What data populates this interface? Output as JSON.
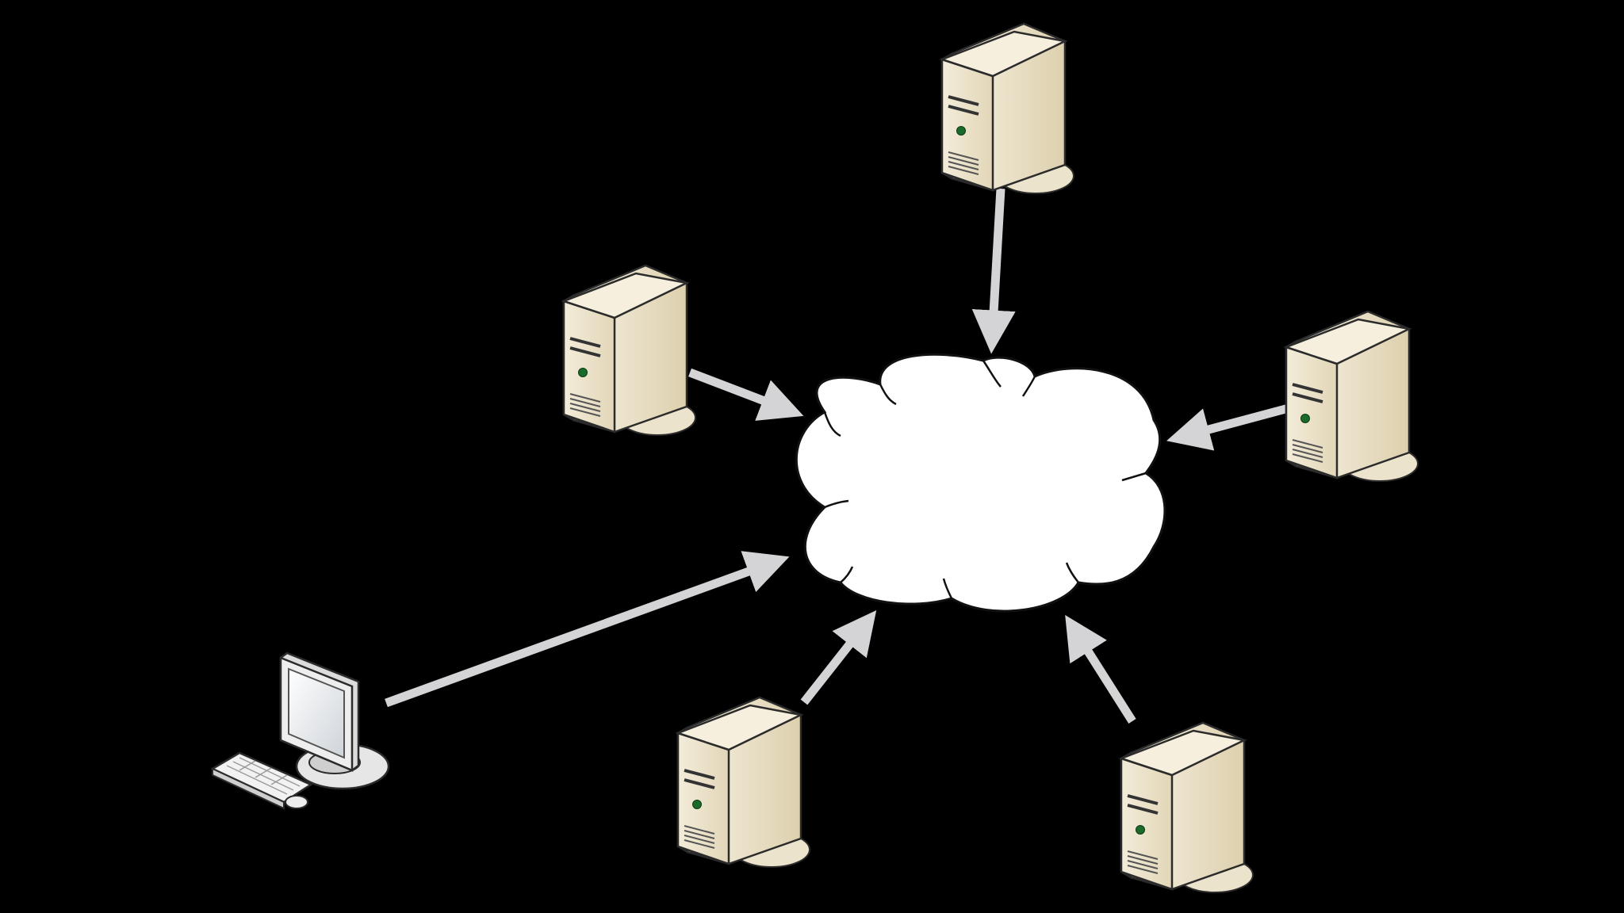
{
  "diagram": {
    "type": "network-topology",
    "background_color": "#000000",
    "center": {
      "kind": "cloud",
      "icon": "cloud-icon",
      "fill": "#ffffff"
    },
    "nodes": [
      {
        "id": "server-top",
        "kind": "server",
        "icon": "server-tower-icon"
      },
      {
        "id": "server-left",
        "kind": "server",
        "icon": "server-tower-icon"
      },
      {
        "id": "server-right",
        "kind": "server",
        "icon": "server-tower-icon"
      },
      {
        "id": "server-bottom-left",
        "kind": "server",
        "icon": "server-tower-icon"
      },
      {
        "id": "server-bottom-right",
        "kind": "server",
        "icon": "server-tower-icon"
      },
      {
        "id": "workstation",
        "kind": "workstation",
        "icon": "desktop-computer-icon"
      }
    ],
    "edges": [
      {
        "from": "server-top",
        "to": "cloud",
        "direction": "to-cloud"
      },
      {
        "from": "server-left",
        "to": "cloud",
        "direction": "to-cloud"
      },
      {
        "from": "server-right",
        "to": "cloud",
        "direction": "to-cloud"
      },
      {
        "from": "server-bottom-left",
        "to": "cloud",
        "direction": "to-cloud"
      },
      {
        "from": "server-bottom-right",
        "to": "cloud",
        "direction": "to-cloud"
      },
      {
        "from": "workstation",
        "to": "cloud",
        "direction": "to-cloud"
      }
    ],
    "colors": {
      "server_body": "#efe7d2",
      "server_shade": "#d6c9a8",
      "server_outline": "#2b2b2b",
      "power_led": "#1a6b2a",
      "arrow": "#d4d4d6",
      "monitor_body": "#e8e8e8",
      "monitor_screen": "#eef2f7"
    }
  }
}
